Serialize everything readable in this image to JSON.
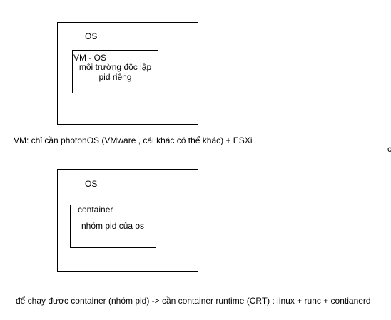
{
  "vm_diagram": {
    "outer_label": "OS",
    "inner_title": "VM - OS",
    "inner_line1": "môi trường độc lập",
    "inner_line2": "pid riêng"
  },
  "vm_note": "VM: chỉ cần photonOS (VMware , cái khác có thể khác) + ESXi",
  "edge_fragment": "c",
  "container_diagram": {
    "outer_label": "OS",
    "inner_title": "container",
    "inner_text": "nhóm pid của os"
  },
  "container_note": "để chạy được container (nhóm pid) -> cần container runtime (CRT) : linux + runc + contianerd"
}
